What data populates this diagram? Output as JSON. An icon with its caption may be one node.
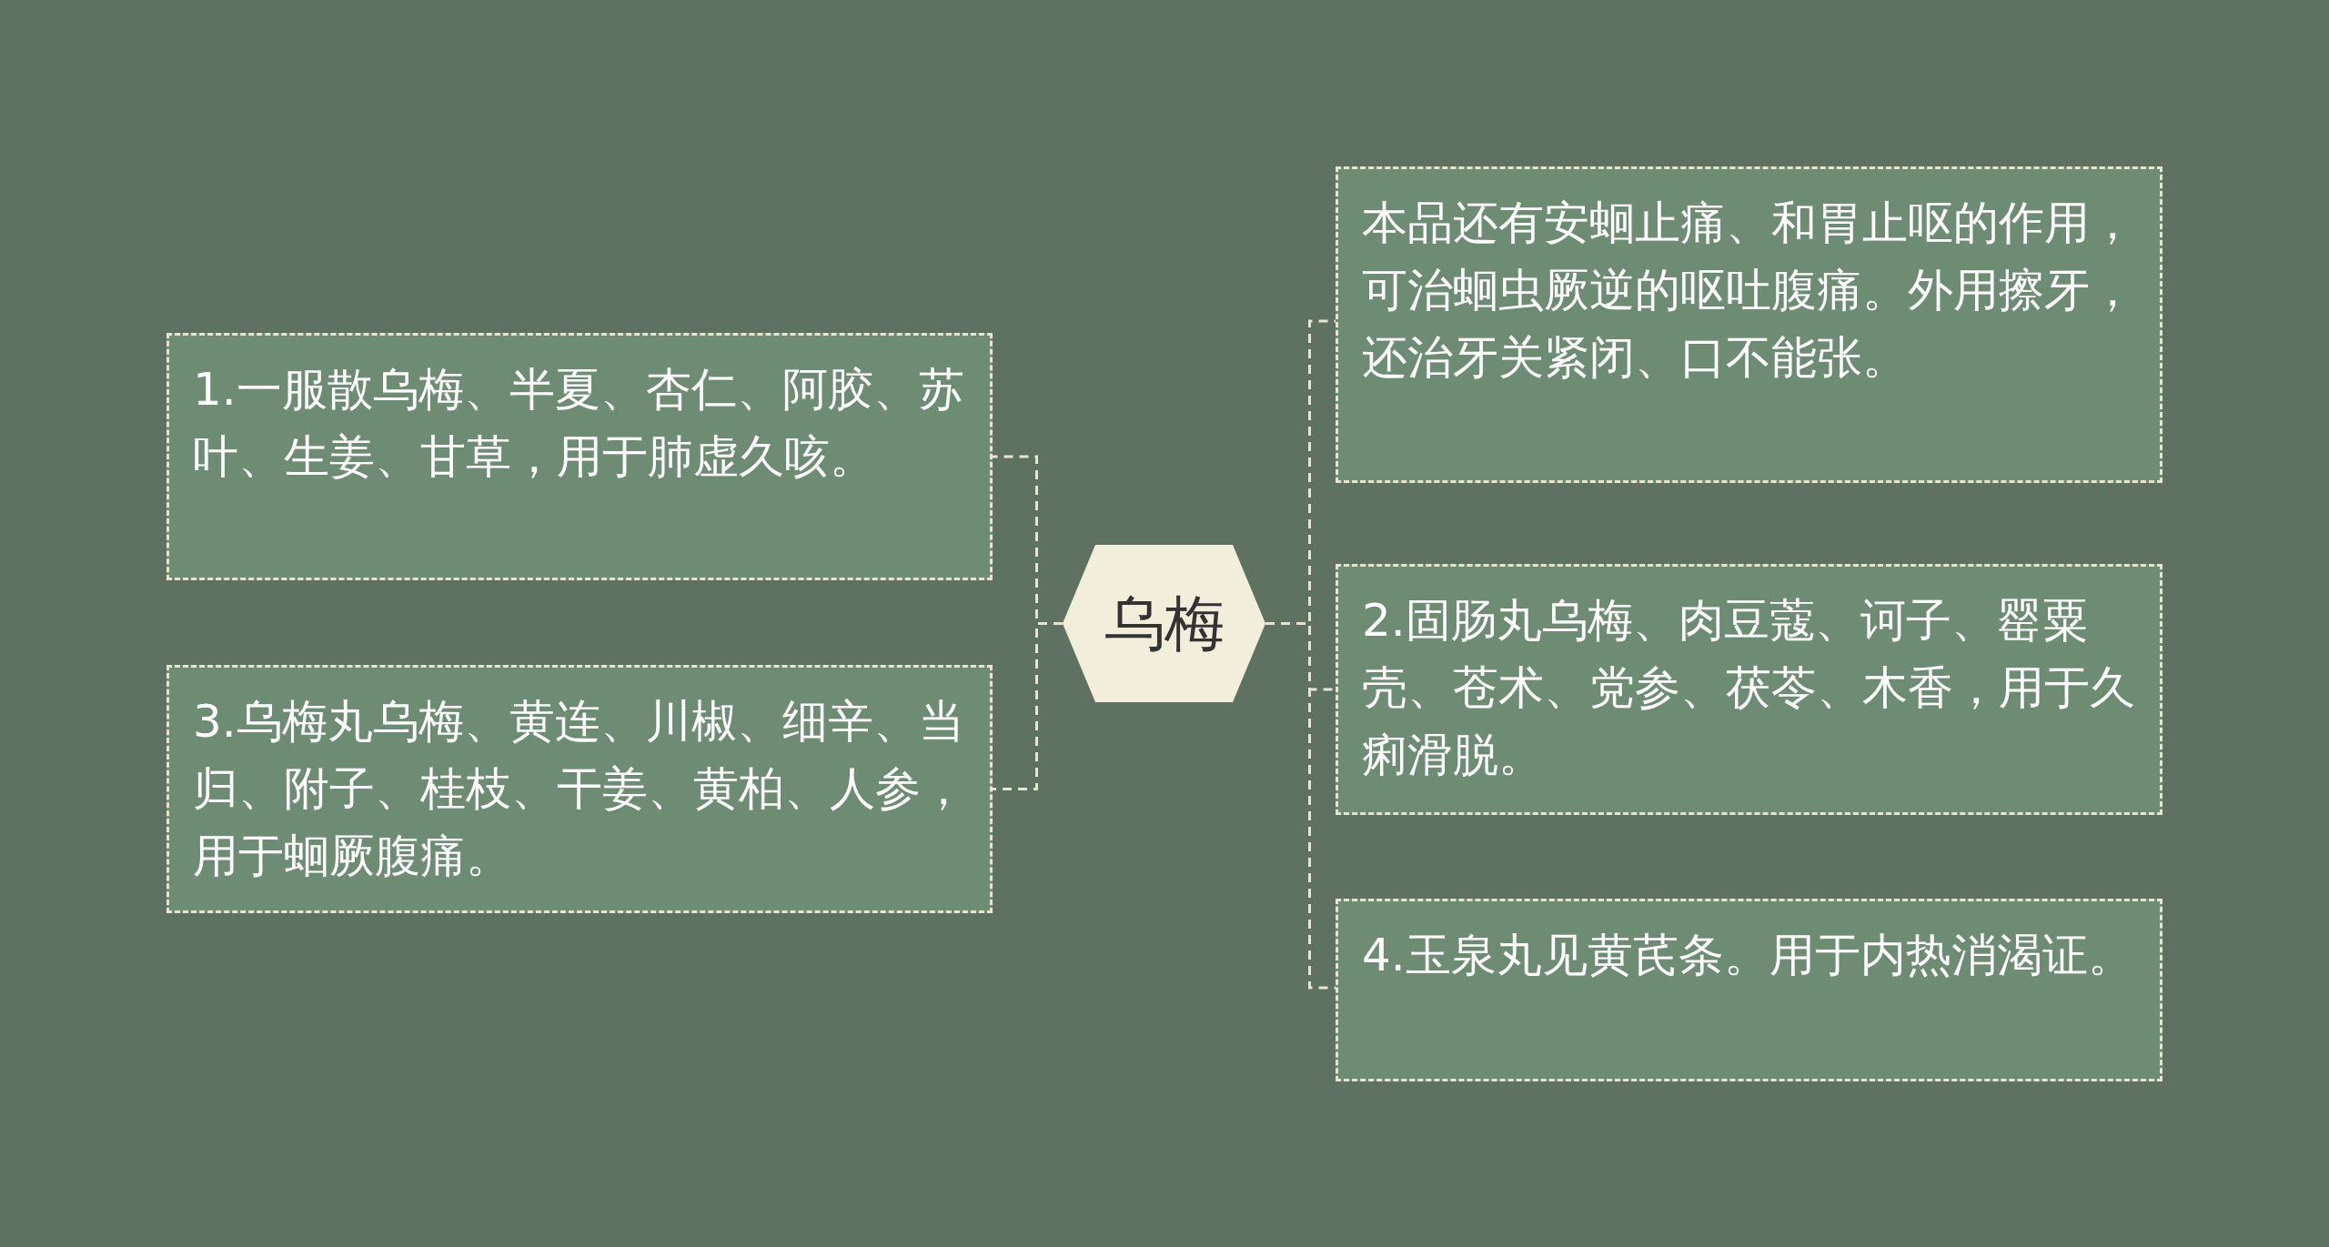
{
  "diagram": {
    "nodes": [
      {
        "text": [
          "乌梅"
        ]
      },
      {
        "text": [
          "1.一服散乌梅、半夏、杏仁、阿胶、苏叶、生姜、甘草，用于肺虚久咳。"
        ]
      },
      {
        "text": [
          "3.乌梅丸乌梅、黄连、川椒、细辛、当归、附子、桂枝、干姜、黄柏、人参，用于蛔厥腹痛。"
        ]
      },
      {
        "text": [
          "本品还有安蛔止痛、和胃止呕的作用，可治蛔虫厥逆的呕吐腹痛。外用擦牙，还治牙关紧闭、口不能张。"
        ]
      },
      {
        "text": [
          "2.固肠丸乌梅、肉豆蔻、诃子、罂粟壳、苍术、党参、茯苓、木香，用于久痢滑脱。"
        ]
      },
      {
        "text": [
          "4.玉泉丸见黄芪条。用于内热消渴证。"
        ]
      }
    ],
    "edges": [
      {
        "from": 0,
        "to": 1,
        "arrow": "none",
        "style": "dashed"
      },
      {
        "from": 0,
        "to": 2,
        "arrow": "none",
        "style": "dashed"
      },
      {
        "from": 0,
        "to": 3,
        "arrow": "none",
        "style": "dashed"
      },
      {
        "from": 0,
        "to": 4,
        "arrow": "none",
        "style": "dashed"
      },
      {
        "from": 0,
        "to": 5,
        "arrow": "none",
        "style": "dashed"
      }
    ]
  }
}
